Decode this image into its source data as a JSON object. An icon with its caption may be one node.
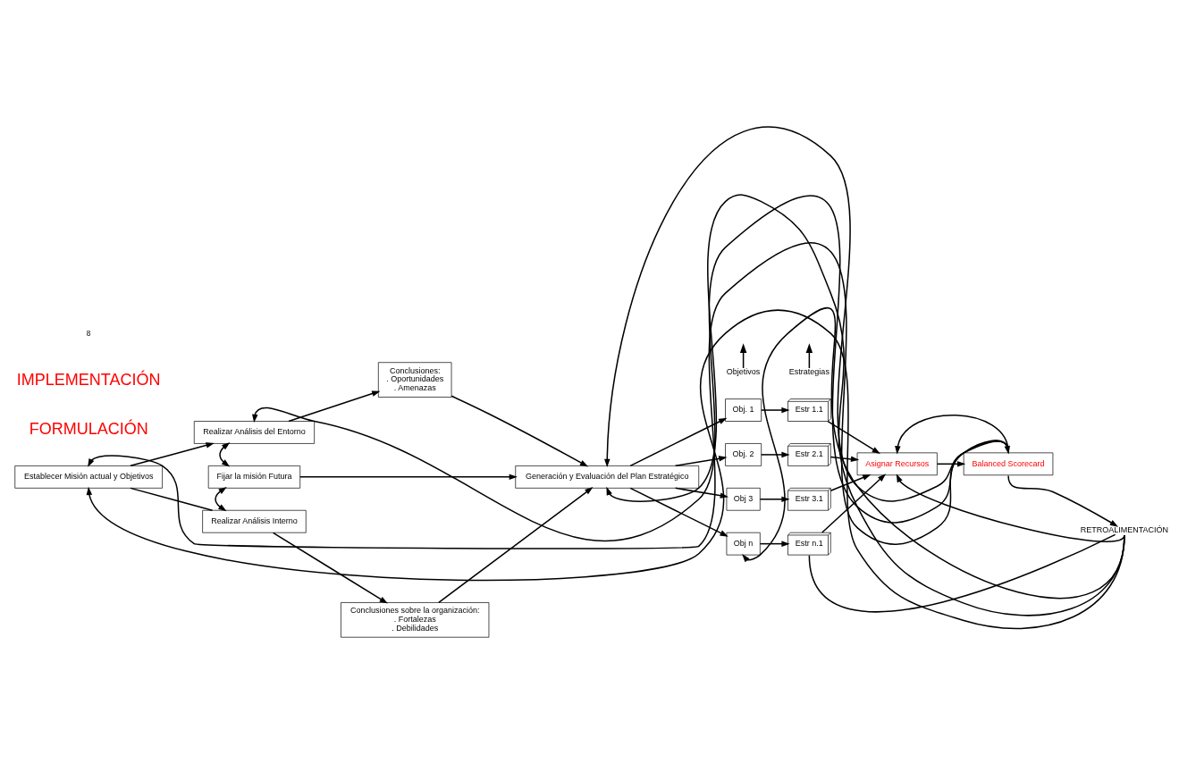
{
  "diagram": {
    "nodes": [
      {
        "text": [
          "Establecer Misión actual y Objetivos"
        ]
      },
      {
        "text": [
          "Realizar Análisis del Entorno"
        ]
      },
      {
        "text": [
          "Conclusiones:",
          ". Oportunidades",
          ". Amenazas"
        ]
      },
      {
        "text": [
          "Fijar la misión Futura"
        ]
      },
      {
        "text": [
          "Realizar Análisis Interno"
        ]
      },
      {
        "text": [
          "Conclusiones sobre la organización:",
          ". Fortalezas",
          ". Debilidades"
        ]
      },
      {
        "text": [
          "Generación y Evaluación del Plan Estratégico"
        ]
      },
      {
        "text": [
          "Obj. 1"
        ]
      },
      {
        "text": [
          "Estr 1.1"
        ]
      },
      {
        "text": [
          "Obj. 2"
        ]
      },
      {
        "text": [
          "Estr 2.1"
        ]
      },
      {
        "text": [
          "Obj 3"
        ]
      },
      {
        "text": [
          "Estr 3.1"
        ]
      },
      {
        "text": [
          "Obj n"
        ]
      },
      {
        "text": [
          "Estr n.1"
        ]
      },
      {
        "text": [
          "Asignar Recursos"
        ]
      },
      {
        "text": [
          "Balanced Scorecard"
        ]
      },
      {
        "text": [
          "Objetivos"
        ]
      },
      {
        "text": [
          "Estrategias"
        ]
      },
      {
        "text": [
          "RETROALIMENTACIÓN"
        ]
      }
    ],
    "edges": [
      {
        "from": 0,
        "to": 1,
        "arrow": "to"
      },
      {
        "from": 0,
        "to": 4,
        "arrow": "none"
      },
      {
        "from": 1,
        "to": 3,
        "arrow": "both"
      },
      {
        "from": 3,
        "to": 4,
        "arrow": "both"
      },
      {
        "from": 1,
        "to": 2,
        "arrow": "to"
      },
      {
        "from": 4,
        "to": 5,
        "arrow": "to"
      },
      {
        "from": 2,
        "to": 6,
        "arrow": "to"
      },
      {
        "from": 3,
        "to": 6,
        "arrow": "to"
      },
      {
        "from": 5,
        "to": 6,
        "arrow": "to"
      },
      {
        "from": 6,
        "to": 7,
        "arrow": "to"
      },
      {
        "from": 6,
        "to": 9,
        "arrow": "to"
      },
      {
        "from": 6,
        "to": 11,
        "arrow": "to"
      },
      {
        "from": 6,
        "to": 13,
        "arrow": "to"
      },
      {
        "from": 7,
        "to": 8,
        "arrow": "to"
      },
      {
        "from": 9,
        "to": 10,
        "arrow": "to"
      },
      {
        "from": 11,
        "to": 12,
        "arrow": "to"
      },
      {
        "from": 13,
        "to": 14,
        "arrow": "to"
      },
      {
        "from": 8,
        "to": 15,
        "arrow": "to"
      },
      {
        "from": 10,
        "to": 15,
        "arrow": "to"
      },
      {
        "from": 12,
        "to": 15,
        "arrow": "to"
      },
      {
        "from": 14,
        "to": 15,
        "arrow": "to"
      },
      {
        "from": 15,
        "to": 16,
        "arrow": "to"
      },
      {
        "from": 16,
        "to": 0,
        "arrow": "to"
      },
      {
        "from": 16,
        "to": 1,
        "arrow": "to"
      },
      {
        "from": 16,
        "to": 6,
        "arrow": "both"
      },
      {
        "from": 16,
        "to": 15,
        "arrow": "to"
      },
      {
        "from": 17,
        "to": null,
        "arrow": "to"
      },
      {
        "from": 18,
        "to": null,
        "arrow": "to"
      },
      {
        "from": 16,
        "to": 19,
        "arrow": "to"
      },
      {
        "from": 14,
        "to": 19,
        "arrow": "none"
      },
      {
        "from": 19,
        "to": 0,
        "arrow": "to"
      },
      {
        "from": 19,
        "to": 6,
        "arrow": "to"
      },
      {
        "from": 19,
        "to": 13,
        "arrow": "to"
      },
      {
        "from": 19,
        "to": 15,
        "arrow": "to"
      }
    ],
    "labels": [
      "FORMULACIÓN",
      "IMPLEMENTACIÓN",
      "8"
    ]
  }
}
